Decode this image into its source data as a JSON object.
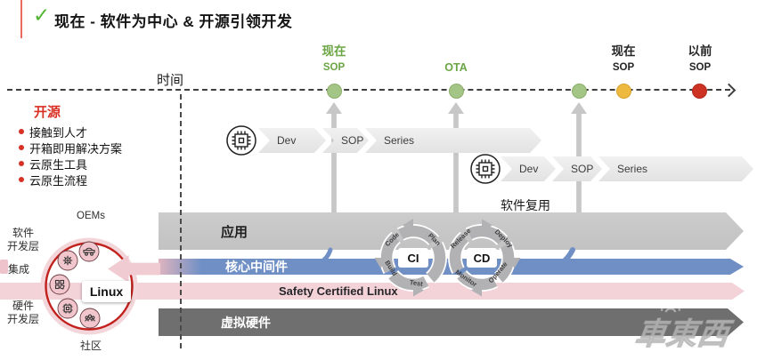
{
  "header": {
    "check_icon": "✓",
    "title": "现在 - 软件为中心 & 开源引领开发"
  },
  "timeline": {
    "axis_label": "时间",
    "milestones": [
      {
        "line1": "现在",
        "line2": "SOP"
      },
      {
        "line1": "OTA",
        "line2": ""
      },
      {
        "line1": "现在",
        "line2": "SOP"
      },
      {
        "line1": "以前",
        "line2": "SOP"
      }
    ]
  },
  "open_source": {
    "heading": "开源",
    "items": [
      "接触到人才",
      "开箱即用解决方案",
      "云原生工具",
      "云原生流程"
    ]
  },
  "pipelines": {
    "row1": {
      "stages": [
        "Dev",
        "SOP",
        "Series"
      ]
    },
    "row2": {
      "stages": [
        "Dev",
        "SOP",
        "Series"
      ]
    },
    "reuse_label": "软件复用"
  },
  "layers": {
    "application": "应用",
    "middleware": "核心中间件",
    "safety_os": "Safety Certified Linux",
    "virtual_hardware": "虚拟硬件"
  },
  "cicd": {
    "ci_label": "CI",
    "cd_label": "CD",
    "ci_steps": [
      "Code",
      "Plan",
      "Build",
      "Test"
    ],
    "cd_steps": [
      "Release",
      "Deploy",
      "Monitor",
      "Operate"
    ]
  },
  "ecosystem": {
    "oems": "OEMs",
    "software_layer": [
      "软件",
      "开发层"
    ],
    "integration": "集成",
    "hardware_layer": [
      "硬件",
      "开发层"
    ],
    "community": "社区",
    "linux": "Linux"
  },
  "watermark": "車東西",
  "colors": {
    "accent_red": "#e96a5f",
    "check_green": "#53b332",
    "milestone_green": "#6ba544",
    "dot_green": "#a3c585",
    "dot_yellow": "#eeb93f",
    "dot_red": "#cc3324",
    "open_source_red": "#d93025",
    "middleware_blue": "#7090c5",
    "safety_pink": "#f3d2d8",
    "application_gray": "#c7c7c7",
    "hardware_gray": "#6f6f6f",
    "ecosystem_ring_red": "#c2221e"
  }
}
